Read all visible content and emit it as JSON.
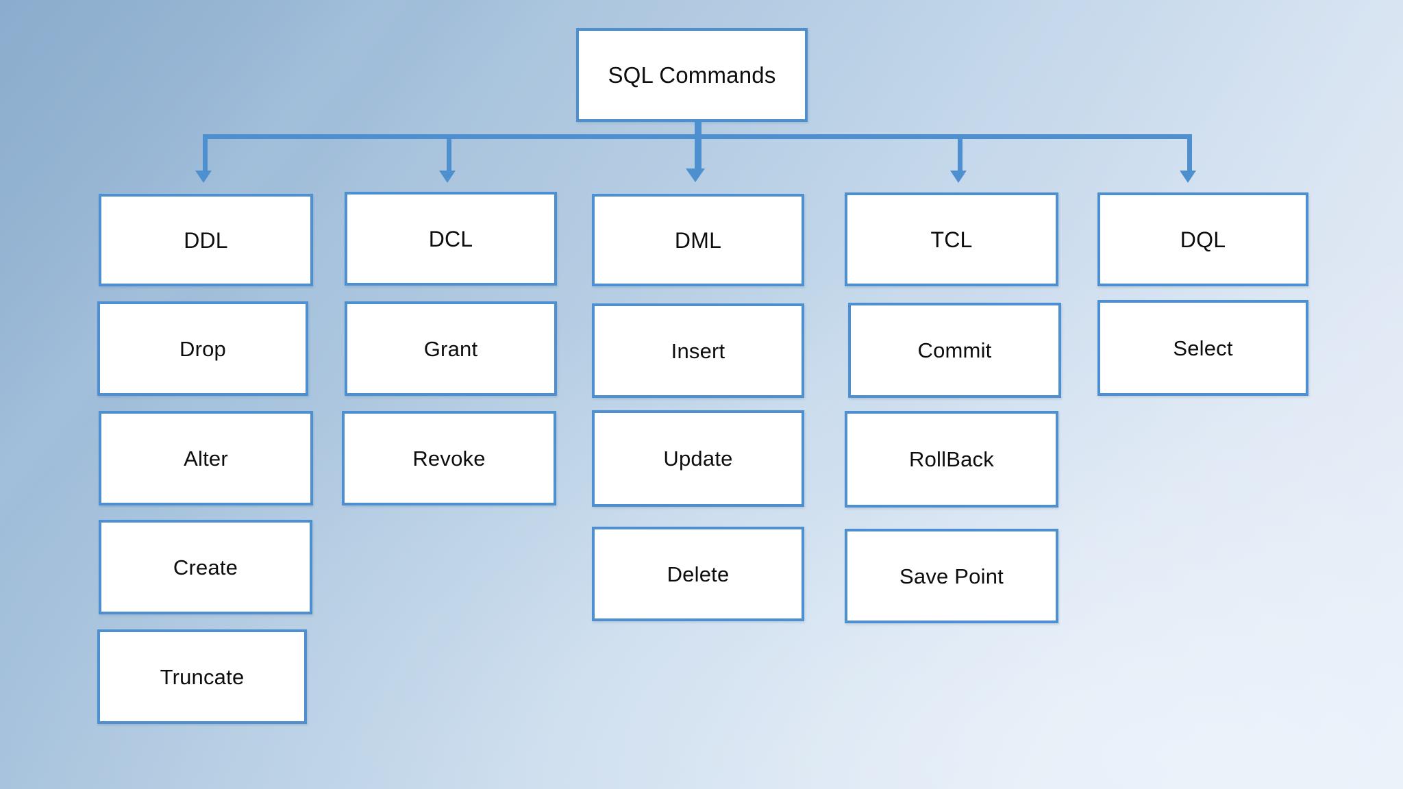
{
  "diagram": {
    "title": "SQL Commands",
    "type": "tree",
    "root": {
      "label": "SQL Commands"
    },
    "colors": {
      "node_border": "#4e90cf",
      "node_fill": "#ffffff",
      "connector": "#4e90cf",
      "text": "#0d0d0d",
      "background_dark": "#9dbbd8",
      "background_light": "#e2eaf5"
    },
    "branches": [
      {
        "category": "DDL",
        "children": [
          "Drop",
          "Alter",
          "Create",
          "Truncate"
        ]
      },
      {
        "category": "DCL",
        "children": [
          "Grant",
          "Revoke"
        ]
      },
      {
        "category": "DML",
        "children": [
          "Insert",
          "Update",
          "Delete"
        ]
      },
      {
        "category": "TCL",
        "children": [
          "Commit",
          "RollBack",
          "Save Point"
        ]
      },
      {
        "category": "DQL",
        "children": [
          "Select"
        ]
      }
    ]
  }
}
